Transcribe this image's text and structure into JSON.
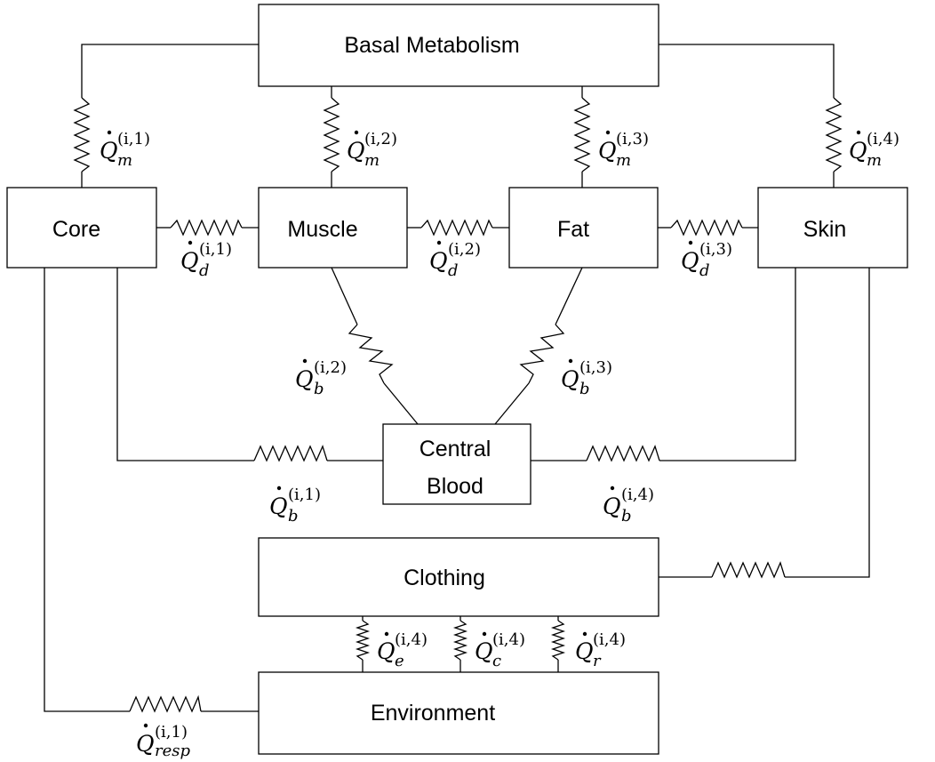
{
  "nodes": {
    "basal": "Basal Metabolism",
    "core": "Core",
    "muscle": "Muscle",
    "fat": "Fat",
    "skin": "Skin",
    "central_blood_line1": "Central",
    "central_blood_line2": "Blood",
    "clothing": "Clothing",
    "environment": "Environment"
  },
  "resistors": {
    "m1": {
      "symbol": "Q",
      "sub": "m",
      "sup": "(i,1)"
    },
    "m2": {
      "symbol": "Q",
      "sub": "m",
      "sup": "(i,2)"
    },
    "m3": {
      "symbol": "Q",
      "sub": "m",
      "sup": "(i,3)"
    },
    "m4": {
      "symbol": "Q",
      "sub": "m",
      "sup": "(i,4)"
    },
    "d1": {
      "symbol": "Q",
      "sub": "d",
      "sup": "(i,1)"
    },
    "d2": {
      "symbol": "Q",
      "sub": "d",
      "sup": "(i,2)"
    },
    "d3": {
      "symbol": "Q",
      "sub": "d",
      "sup": "(i,3)"
    },
    "b1": {
      "symbol": "Q",
      "sub": "b",
      "sup": "(i,1)"
    },
    "b2": {
      "symbol": "Q",
      "sub": "b",
      "sup": "(i,2)"
    },
    "b3": {
      "symbol": "Q",
      "sub": "b",
      "sup": "(i,3)"
    },
    "b4": {
      "symbol": "Q",
      "sub": "b",
      "sup": "(i,4)"
    },
    "e4": {
      "symbol": "Q",
      "sub": "e",
      "sup": "(i,4)"
    },
    "c4": {
      "symbol": "Q",
      "sub": "c",
      "sup": "(i,4)"
    },
    "r4": {
      "symbol": "Q",
      "sub": "r",
      "sup": "(i,4)"
    },
    "resp1": {
      "symbol": "Q",
      "sub": "resp",
      "sup": "(i,1)"
    }
  }
}
